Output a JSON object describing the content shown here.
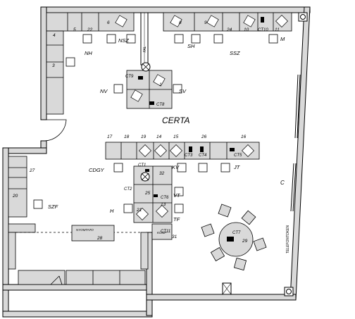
{
  "room_label": "CERTA",
  "sign_top": "FAL",
  "sign_right": "TELEFONTOKEN",
  "sign_printer": "NYOMTATO",
  "sign_center": "KOMP",
  "side_mark": "C",
  "desk_numbers": {
    "n1": "1",
    "n3": "3",
    "n4": "4",
    "n5": "5",
    "n6": "6",
    "n8": "8",
    "n9": "9",
    "n10": "10",
    "n11": "11",
    "n13": "13",
    "n14": "14",
    "n15": "15",
    "n16": "16",
    "n17": "17",
    "n18": "18",
    "n19": "19",
    "n20": "20",
    "n21": "21",
    "n22": "22",
    "n24": "24",
    "n25": "25",
    "n26": "26",
    "n27": "27",
    "n28": "28",
    "n29": "29",
    "n31": "31",
    "n32": "32"
  },
  "ct_labels": {
    "ct1": "CT1",
    "ct2": "CT2",
    "ct3": "CT3",
    "ct4": "CT4",
    "ct5": "CT5",
    "ct6": "CT6",
    "ct7": "CT7",
    "ct8": "CT8",
    "ct9": "CT9",
    "ct10": "CT10",
    "ct11": "CT11"
  },
  "person_labels": {
    "nsz": "NSZ",
    "nh": "NH",
    "sh": "SH",
    "ssz": "SSZ",
    "m": "M",
    "nv": "NV",
    "sv": "SV",
    "cdgy": "CDGY",
    "kv": "KV",
    "jt": "JT",
    "h": "H",
    "vt": "VT",
    "tf": "TF",
    "szf": "SZF"
  }
}
